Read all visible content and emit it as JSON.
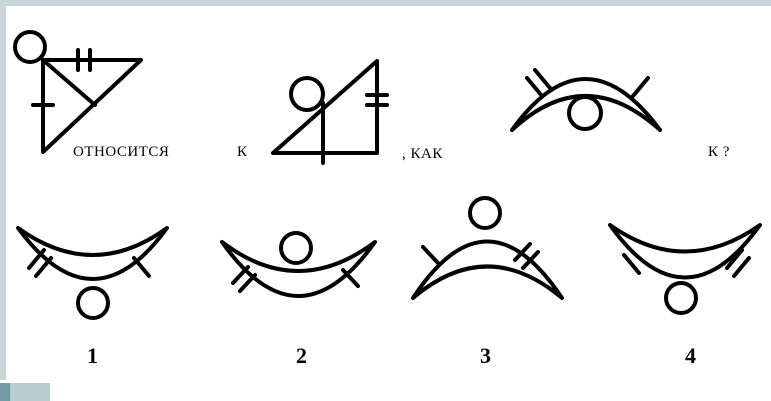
{
  "question": {
    "word_relates": "ОТНОСИТСЯ",
    "word_to": "К",
    "word_as": ", КАК",
    "word_to_question": "К ?"
  },
  "options": [
    {
      "label": "1"
    },
    {
      "label": "2"
    },
    {
      "label": "3"
    },
    {
      "label": "4"
    }
  ]
}
